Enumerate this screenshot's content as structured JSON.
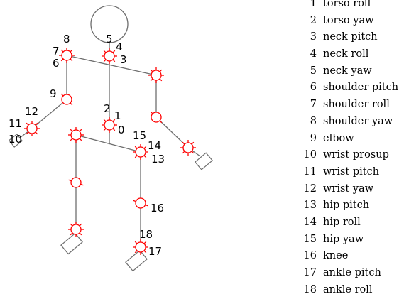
{
  "joint_numbers": [
    "0",
    "1",
    "2",
    "3",
    "4",
    "5",
    "6",
    "7",
    "8",
    "9",
    "10",
    "11",
    "12",
    "13",
    "14",
    "15",
    "16",
    "17",
    "18"
  ],
  "legend": [
    {
      "index": "1",
      "label": "torso roll"
    },
    {
      "index": "2",
      "label": "torso yaw"
    },
    {
      "index": "3",
      "label": "neck pitch"
    },
    {
      "index": "4",
      "label": "neck roll"
    },
    {
      "index": "5",
      "label": "neck yaw"
    },
    {
      "index": "6",
      "label": "shoulder pitch"
    },
    {
      "index": "7",
      "label": "shoulder roll"
    },
    {
      "index": "8",
      "label": "shoulder yaw"
    },
    {
      "index": "9",
      "label": "elbow"
    },
    {
      "index": "10",
      "label": "wrist prosup"
    },
    {
      "index": "11",
      "label": "wrist pitch"
    },
    {
      "index": "12",
      "label": "wrist yaw"
    },
    {
      "index": "13",
      "label": "hip pitch"
    },
    {
      "index": "14",
      "label": "hip roll"
    },
    {
      "index": "15",
      "label": "hip yaw"
    },
    {
      "index": "16",
      "label": "knee"
    },
    {
      "index": "17",
      "label": "ankle pitch"
    },
    {
      "index": "18",
      "label": "ankle roll"
    }
  ],
  "colors": {
    "joint": "#ff0000",
    "link": "#6e6e6e",
    "text": "#000000"
  }
}
